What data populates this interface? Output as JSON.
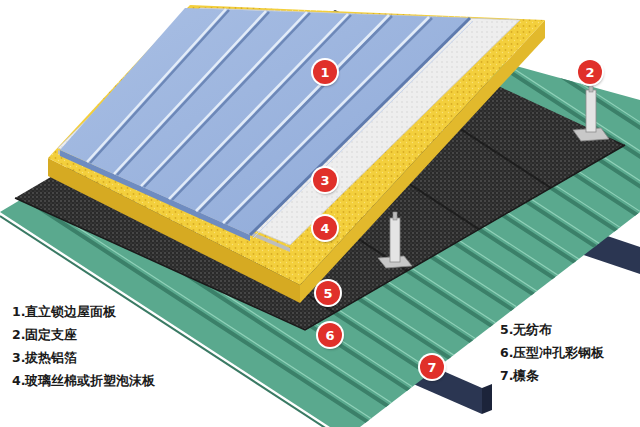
{
  "diagram": {
    "nodes": [
      {
        "text": [
          "1"
        ]
      },
      {
        "text": [
          "2"
        ]
      },
      {
        "text": [
          "3"
        ]
      },
      {
        "text": [
          "4"
        ]
      },
      {
        "text": [
          "5"
        ]
      },
      {
        "text": [
          "6"
        ]
      },
      {
        "text": [
          "7"
        ]
      }
    ],
    "labels": [
      "1.直立锁边屋面板",
      "2.固定支座",
      "3.拔热铝箔",
      "4.玻璃丝棉或折塑泡沫板",
      "5.无纺布",
      "6.压型冲孔彩钢板",
      "7.檩条"
    ]
  }
}
